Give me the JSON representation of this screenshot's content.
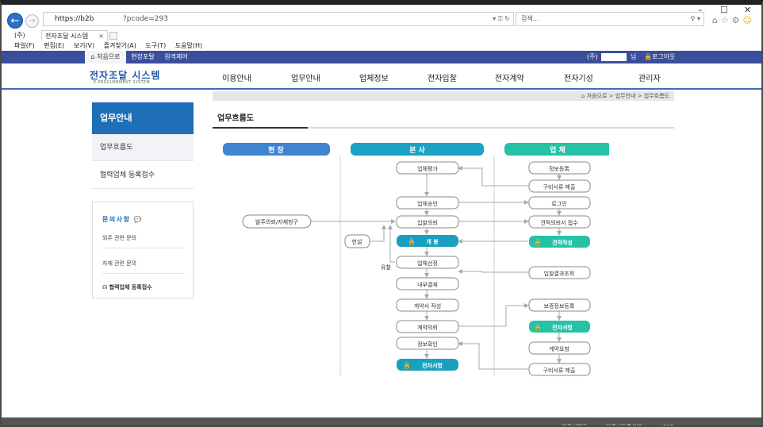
{
  "browser": {
    "url": "https://b2b",
    "url_tail": "?pcode=293",
    "search_placeholder": "검색...",
    "tab_prefix": "(주)",
    "tab_title": "전자조달 시스템",
    "tab_close": "×",
    "menu": [
      "파일(F)",
      "편집(E)",
      "보기(V)",
      "즐겨찾기(A)",
      "도구(T)",
      "도움말(H)"
    ]
  },
  "topbar": {
    "home": "처음으로",
    "field_portal": "현장포탈",
    "remote": "원격제어",
    "user_prefix": "(주)",
    "user_suffix": "님",
    "logout": "로그아웃"
  },
  "header": {
    "logo": "전자조달 시스템",
    "logo_sub": "E-PROCUREMENT SYSTEM",
    "gnb": [
      "이용안내",
      "업무안내",
      "업체정보",
      "전자입찰",
      "전자계약",
      "전자기성",
      "관리자"
    ]
  },
  "breadcrumb": "처음으로 > 업무안내 > 업무흐름도",
  "lnb": {
    "title": "업무안내",
    "items": [
      "업무흐름도",
      "협력업체 등록접수"
    ],
    "inquiry_title": "문의사항",
    "inquiry_items": [
      "외주 관련 문의",
      "자재 관련 문의"
    ],
    "register": "협력업체 등록접수"
  },
  "main": {
    "title": "업무흐름도"
  },
  "flow": {
    "headers": {
      "site": "현 장",
      "hq": "본 사",
      "vendor": "업 체"
    },
    "site": {
      "request": "발주의뢰/자재청구"
    },
    "hq": {
      "eval": "업체평가",
      "approve": "업체승인",
      "bid_req": "입찰의뢰",
      "open": "개 봉",
      "select": "업체선정",
      "internal": "내부결재",
      "draft": "계약서 작성",
      "contract_req": "계약의뢰",
      "confirm": "정보확인",
      "esign": "전자서명",
      "negotiate": "헌설",
      "fail": "유찰"
    },
    "vendor": {
      "register": "정보등록",
      "docs": "구비서류 제출",
      "login": "로그인",
      "quote_recv": "견적의뢰서 접수",
      "quote_make": "견적작성",
      "bid_result": "입찰결과조회",
      "guarantee": "보증정보등록",
      "esign": "전자서명",
      "contract_req": "계약요청",
      "docs2": "구비서류 제출"
    },
    "colors": {
      "site": "#3f84d0",
      "hq": "#1aa3c5",
      "vendor": "#25c2a6",
      "action": "#1aa0bf",
      "box_border": "#888888",
      "arrow": "#aaaaaa"
    }
  },
  "footer": {
    "links": [
      "인증서발급",
      "인증서등록설치",
      "FAQ"
    ]
  }
}
